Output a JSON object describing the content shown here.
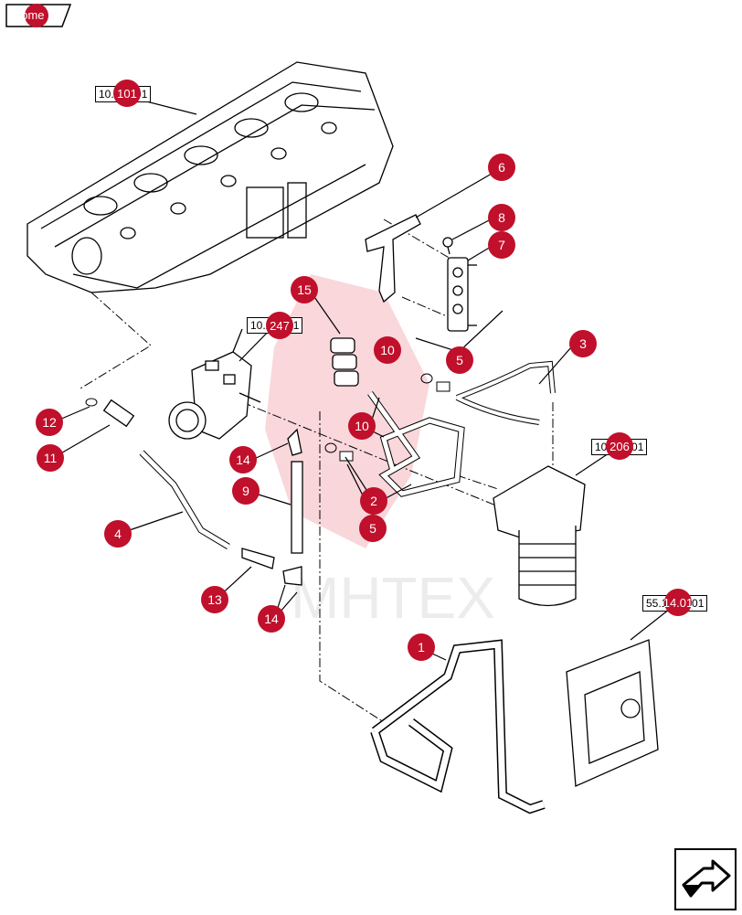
{
  "home_label": "home",
  "accent_color": "#c0102b",
  "watermark_text": "MHTEX",
  "callouts": [
    "6",
    "8",
    "7",
    "15",
    "10",
    "5",
    "3",
    "12",
    "11",
    "14",
    "10",
    "9",
    "2",
    "5",
    "4",
    "13",
    "14",
    "1"
  ],
  "reference_labels": [
    {
      "text": "10.101.01",
      "badge": "101"
    },
    {
      "text": "10.247.01",
      "badge": "247"
    },
    {
      "text": "10.206.01",
      "badge": "206"
    },
    {
      "text": "55.14.01.01",
      "badge": "14.01"
    }
  ],
  "next_icon": "next-page-arrow-icon"
}
